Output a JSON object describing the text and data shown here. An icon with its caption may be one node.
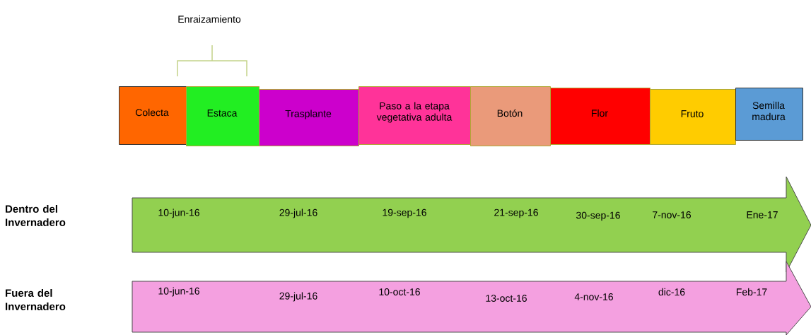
{
  "diagram": {
    "nodes": [
      {
        "text": [
          "Colecta"
        ]
      },
      {
        "text": [
          "Estaca"
        ]
      },
      {
        "text": [
          "Trasplante"
        ]
      },
      {
        "text": [
          "Paso a la etapa vegetativa adulta"
        ]
      },
      {
        "text": [
          "Botón"
        ]
      },
      {
        "text": [
          "Flor"
        ]
      },
      {
        "text": [
          "Fruto"
        ]
      },
      {
        "text": [
          "Semilla madura"
        ]
      },
      {
        "text": [
          "10-jun-16",
          "29-jul-16",
          "19-sep-16",
          "21-sep-16",
          "30-sep-16",
          "7-nov-16",
          "Ene-17"
        ]
      },
      {
        "text": [
          "10-jun-16",
          "29-jul-16",
          "10-oct-16",
          "13-oct-16",
          "4-nov-16",
          "dic-16",
          "Feb-17"
        ]
      }
    ],
    "labels": [
      "Enraizamiento",
      "Dentro del Invernadero",
      "Fuera del Invernadero"
    ]
  }
}
